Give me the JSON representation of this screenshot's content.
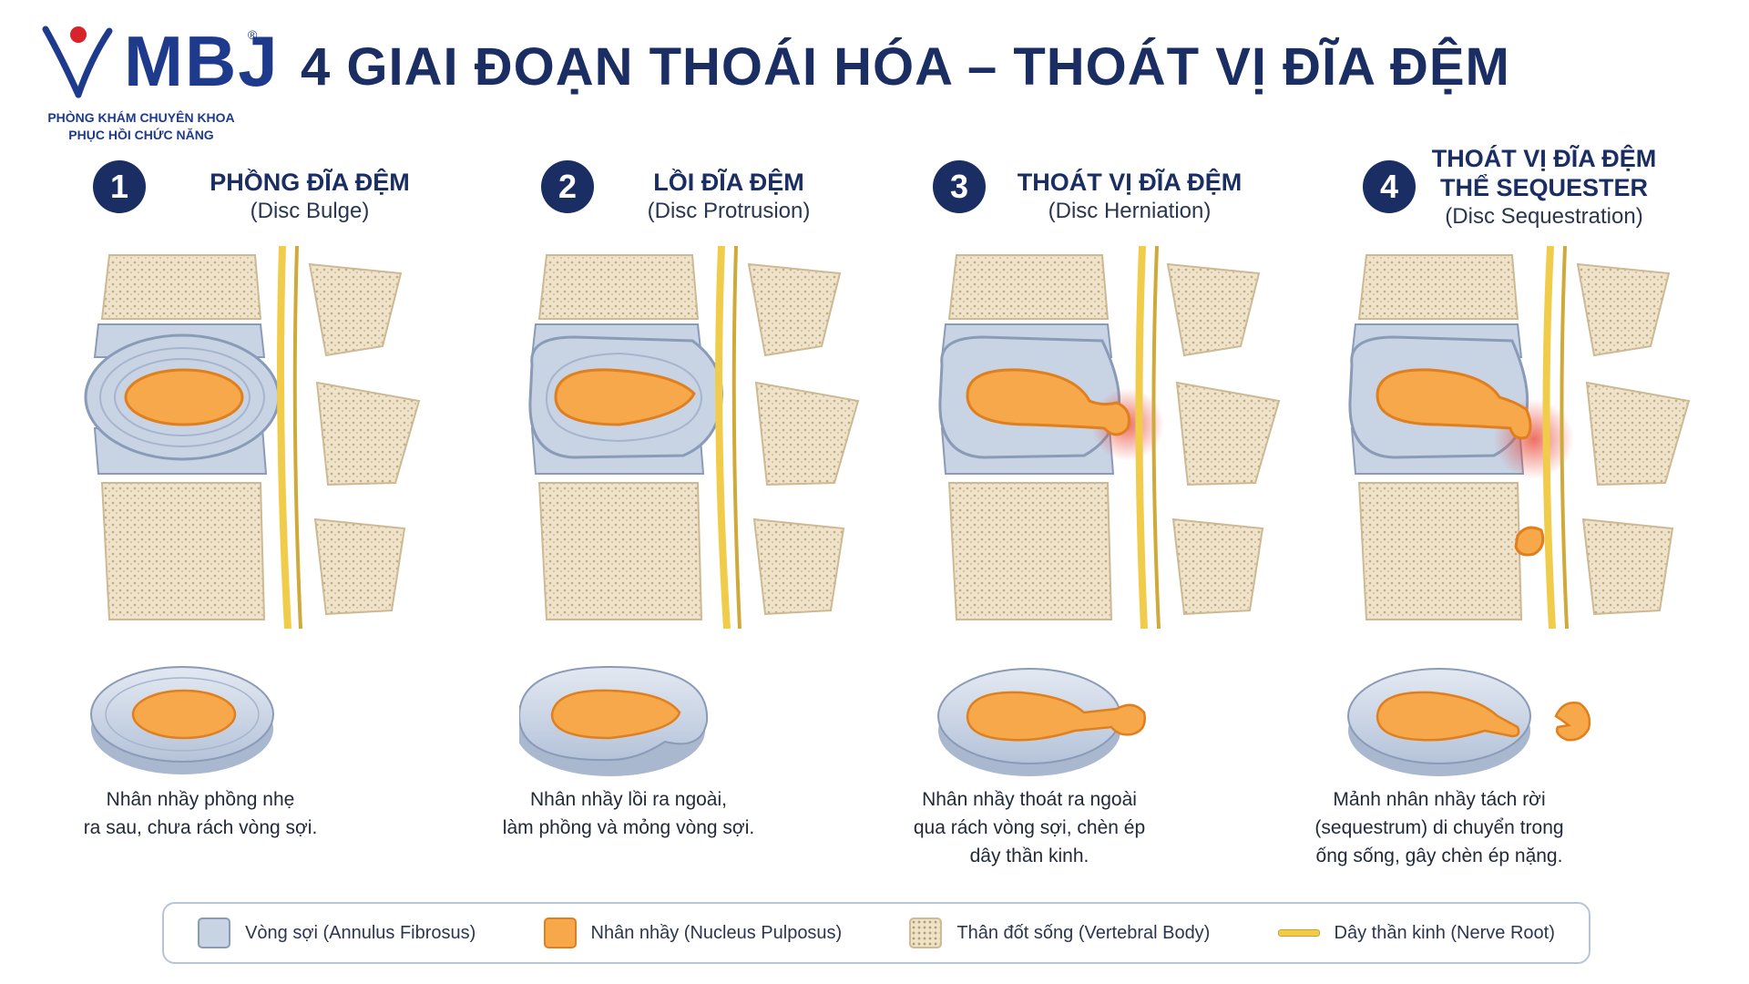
{
  "header": {
    "logo_text": "MBJ",
    "logo_registered": "®",
    "logo_sub_line1": "PHÒNG KHÁM CHUYÊN KHOA",
    "logo_sub_line2": "PHỤC HỒI CHỨC NĂNG",
    "title": "4 GIAI ĐOẠN THOÁI HÓA – THOÁT VỊ ĐĨA ĐỆM"
  },
  "stages": [
    {
      "number": "1",
      "title_line1": "PHỒNG ĐĨA ĐỆM",
      "title_line2": "",
      "subtitle": "(Disc Bulge)",
      "desc_line1": "Nhân nhầy phồng nhẹ",
      "desc_line2": "ra sau, chưa rách vòng sợi.",
      "desc_line3": ""
    },
    {
      "number": "2",
      "title_line1": "LỒI ĐĨA ĐỆM",
      "title_line2": "",
      "subtitle": "(Disc Protrusion)",
      "desc_line1": "Nhân nhầy lồi ra ngoài,",
      "desc_line2": "làm phồng và mỏng vòng sợi.",
      "desc_line3": ""
    },
    {
      "number": "3",
      "title_line1": "THOÁT VỊ ĐĨA ĐỆM",
      "title_line2": "",
      "subtitle": "(Disc Herniation)",
      "desc_line1": "Nhân nhầy thoát ra ngoài",
      "desc_line2": "qua rách vòng sợi, chèn ép",
      "desc_line3": "dây thần kinh."
    },
    {
      "number": "4",
      "title_line1": "THOÁT VỊ ĐĨA ĐỆM",
      "title_line2": "THỂ SEQUESTER",
      "subtitle": "(Disc Sequestration)",
      "desc_line1": "Mảnh nhân nhầy tách rời",
      "desc_line2": "(sequestrum) di chuyển trong",
      "desc_line3": "ống sống, gây chèn ép nặng."
    }
  ],
  "legend": {
    "annulus": "Vòng sợi (Annulus Fibrosus)",
    "nucleus": "Nhân nhầy (Nucleus Pulposus)",
    "body": "Thân đốt sống (Vertebral Body)",
    "nerve": "Dây thần kinh (Nerve Root)"
  },
  "colors": {
    "navy": "#1a2e63",
    "annulus": "#c8d3e4",
    "nucleus": "#f6a84a",
    "bone": "#eee2c8",
    "nerve": "#f1cc4a",
    "inflammation": "#e8412f"
  }
}
